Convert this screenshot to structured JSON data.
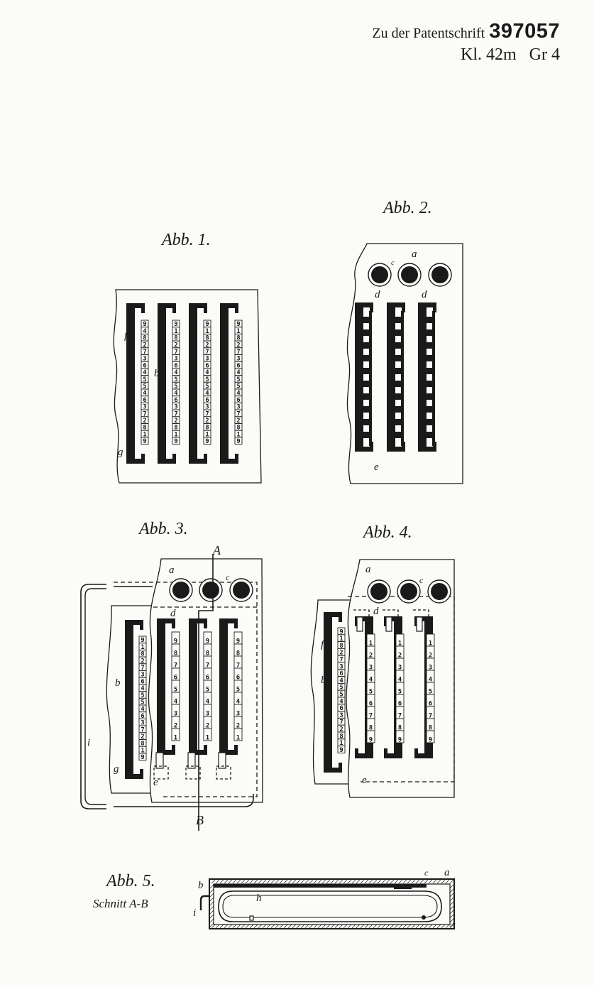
{
  "header": {
    "line1_text": "Zu der Patentschrift",
    "line1_number": "397057",
    "klasse": "Kl. 42m",
    "gruppe": "Gr 4"
  },
  "figures": {
    "abb1": {
      "caption": "Abb. 1.",
      "labels": [
        "f",
        "b",
        "g"
      ]
    },
    "abb2": {
      "caption": "Abb. 2.",
      "labels": [
        "a",
        "c",
        "d",
        "d",
        "e"
      ]
    },
    "abb3": {
      "caption": "Abb. 3.",
      "labels": [
        "A",
        "a",
        "c",
        "d",
        "b",
        "i",
        "g",
        "e",
        "B"
      ]
    },
    "abb4": {
      "caption": "Abb. 4.",
      "labels": [
        "a",
        "c",
        "d",
        "f",
        "b",
        "e"
      ]
    },
    "abb5": {
      "caption": "Abb. 5.",
      "subcaption": "Schnitt A-B",
      "labels": [
        "b",
        "h",
        "i",
        "c",
        "a"
      ]
    }
  },
  "digit_columns": {
    "abb1": [
      [
        "9",
        "4",
        "8",
        "2",
        "7",
        "3",
        "6",
        "4",
        "5",
        "5",
        "4",
        "6",
        "3",
        "7",
        "2",
        "8",
        "1",
        "9"
      ],
      [
        "9",
        "1",
        "8",
        "2",
        "7",
        "3",
        "6",
        "4",
        "5",
        "5",
        "4",
        "6",
        "3",
        "7",
        "2",
        "8",
        "1",
        "9"
      ],
      [
        "9",
        "1",
        "8",
        "2",
        "7",
        "3",
        "6",
        "4",
        "5",
        "5",
        "4",
        "6",
        "3",
        "7",
        "2",
        "8",
        "1",
        "9"
      ],
      [
        "9",
        "1",
        "8",
        "2",
        "7",
        "3",
        "6",
        "4",
        "5",
        "5",
        "4",
        "6",
        "3",
        "7",
        "2",
        "8",
        "1",
        "9"
      ]
    ],
    "abb3_strip": [
      "9",
      "1",
      "8",
      "2",
      "7",
      "3",
      "6",
      "4",
      "5",
      "5",
      "4",
      "6",
      "3",
      "7",
      "2",
      "8",
      "1",
      "9"
    ],
    "abb3_cols": [
      [
        "9",
        "8",
        "7",
        "6",
        "5",
        "4",
        "3",
        "2",
        "1"
      ],
      [
        "9",
        "8",
        "7",
        "6",
        "5",
        "4",
        "3",
        "2",
        "1"
      ],
      [
        "9",
        "8",
        "7",
        "6",
        "5",
        "4",
        "3",
        "2",
        "1"
      ]
    ],
    "abb4_strip": [
      "9",
      "1",
      "8",
      "2",
      "7",
      "3",
      "6",
      "4",
      "5",
      "5",
      "4",
      "6",
      "3",
      "7",
      "2",
      "8",
      "1",
      "9"
    ],
    "abb4_cols": [
      [
        "1",
        "2",
        "3",
        "4",
        "5",
        "6",
        "7",
        "8",
        "9"
      ],
      [
        "1",
        "2",
        "3",
        "4",
        "5",
        "6",
        "7",
        "8",
        "9"
      ],
      [
        "1",
        "2",
        "3",
        "4",
        "5",
        "6",
        "7",
        "8",
        "9"
      ]
    ]
  }
}
